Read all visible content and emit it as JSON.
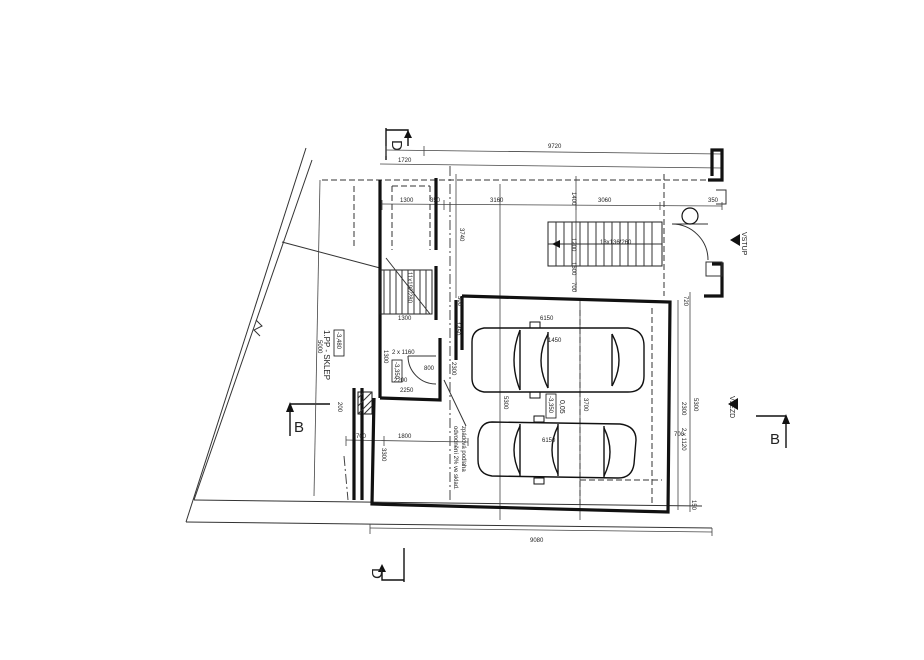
{
  "section_marks": {
    "top": "D",
    "bottom": "D",
    "left": "B",
    "right": "B"
  },
  "labels": {
    "floor_name": "1.PP - SKLEP",
    "level_main": "-3,480",
    "level_small": "-3,350",
    "level_room": "-3,350",
    "entrance": "VSTUP",
    "drive_in": "VJEZD",
    "stair_upper": "13x136/260",
    "stair_lower": "11x192/280",
    "window": "2 x 1160",
    "sill": "800",
    "sill2": "2250",
    "slab_level": "0,05",
    "drain_note": "zpádová podlaha",
    "drain_note2": "odvodnění 2% ve sklad."
  },
  "dimensions": {
    "overall_top": "9720",
    "overall_bottom": "9080",
    "top_left": "1720",
    "row_1300": "1300",
    "row_3160": "3160",
    "row_3060": "3060",
    "row_350": "350",
    "vert_1400": "1400",
    "vert_5000": "5000",
    "vert_3740": "3740",
    "vert_6150a": "6150",
    "vert_6150b": "6150",
    "vert_1450": "1450",
    "vert_5300": "5300",
    "vert_3700": "3700",
    "vert_2300": "2300",
    "vert_2x1120": "2 x 1120",
    "vert_700": "700",
    "bottom_700": "700",
    "bottom_1800": "1800",
    "side_2200": "2200",
    "side_150": "150",
    "side_720": "720",
    "side_2300": "2300",
    "side_300": "300",
    "side_1500": "1500",
    "side_1200": "1200",
    "side_1450b": "1450",
    "side_200": "200",
    "side_3300": "3300",
    "side_5300b": "5300"
  }
}
